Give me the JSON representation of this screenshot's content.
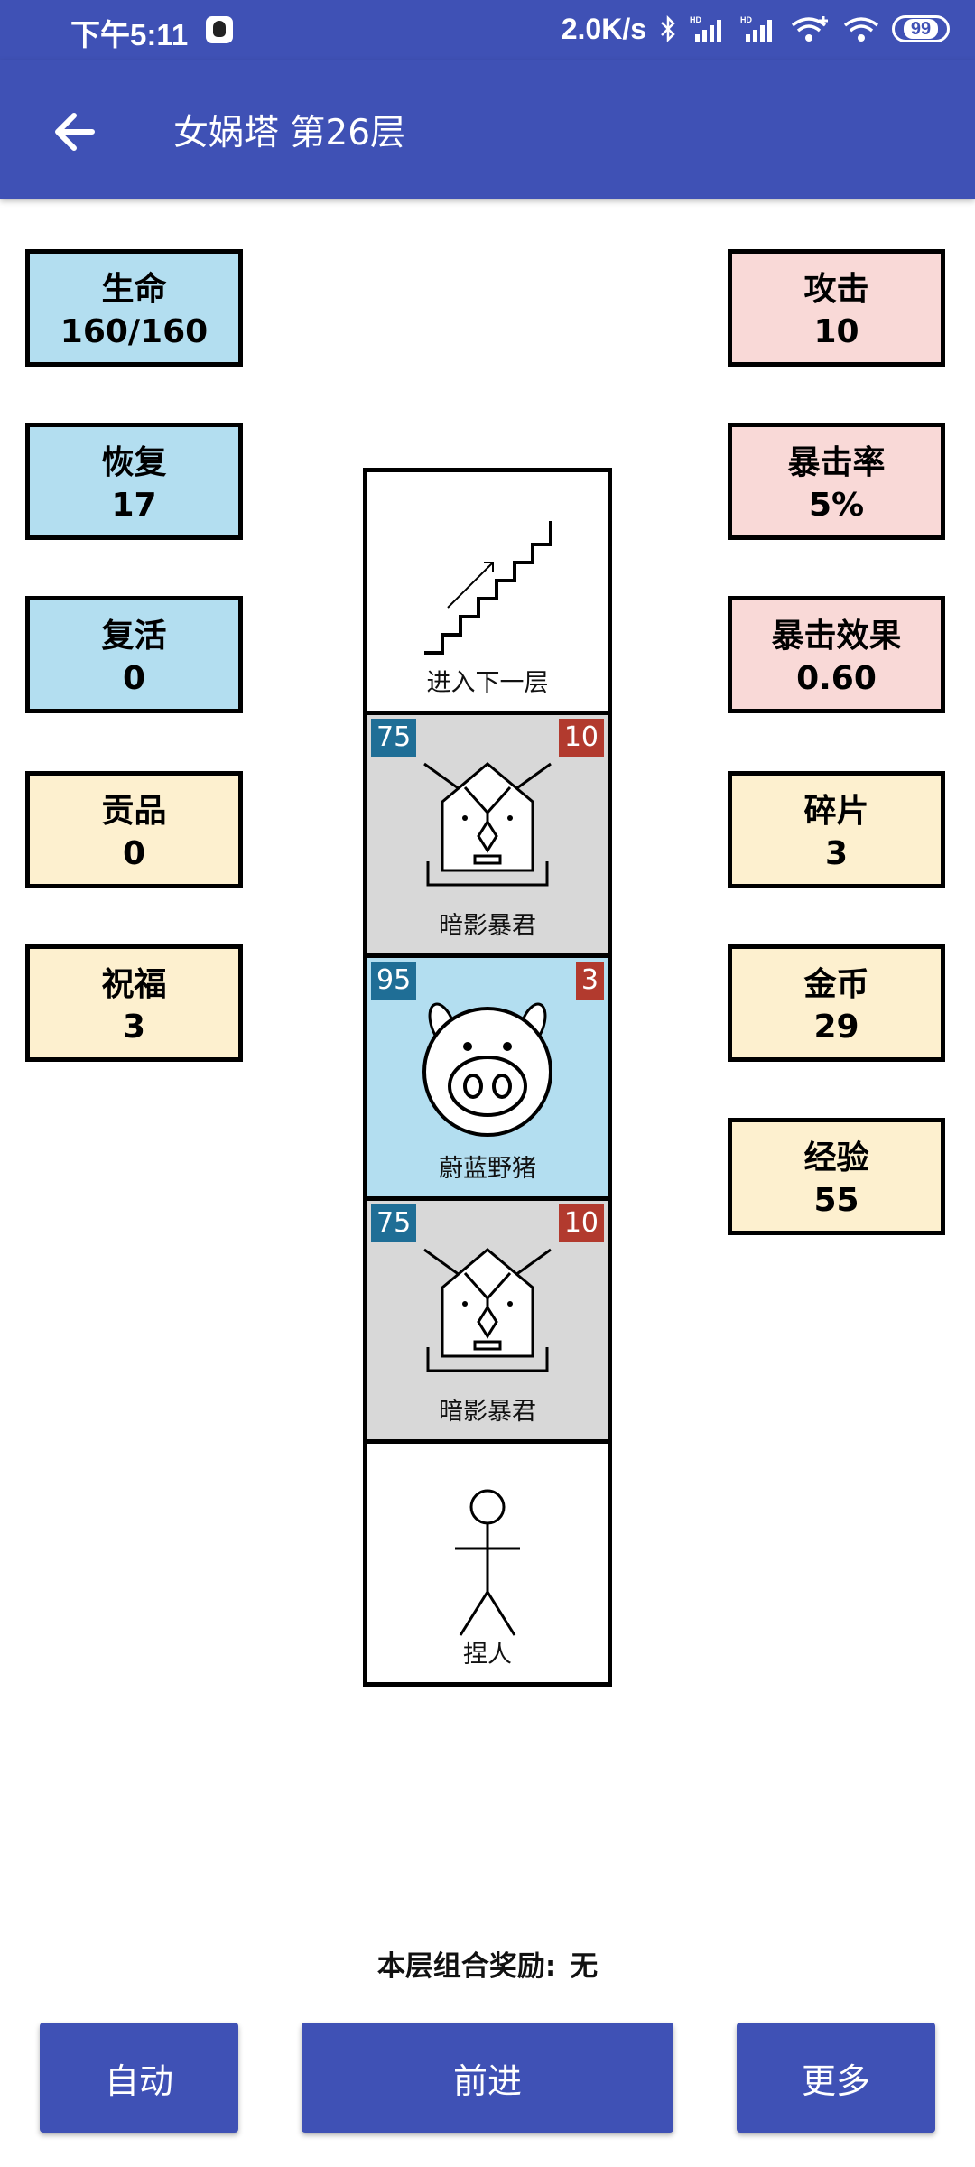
{
  "status_bar": {
    "time": "下午5:11",
    "network_speed": "2.0K/s",
    "battery": "99",
    "icons": [
      "qq-icon",
      "bluetooth-icon",
      "hd-signal-icon",
      "hd-signal-icon",
      "wifi-plus-icon",
      "wifi-icon",
      "battery-icon"
    ]
  },
  "app_bar": {
    "title": "女娲塔 第26层",
    "back_icon": "arrow-left-icon"
  },
  "stats_left": [
    {
      "label": "生命",
      "value": "160/160",
      "color": "#B3DEF0"
    },
    {
      "label": "恢复",
      "value": "17",
      "color": "#B3DEF0"
    },
    {
      "label": "复活",
      "value": "0",
      "color": "#B3DEF0"
    },
    {
      "label": "贡品",
      "value": "0",
      "color": "#FDF0CF"
    },
    {
      "label": "祝福",
      "value": "3",
      "color": "#FDF0CF"
    }
  ],
  "stats_right": [
    {
      "label": "攻击",
      "value": "10",
      "color": "#F9D9D7"
    },
    {
      "label": "暴击率",
      "value": "5%",
      "color": "#F9D9D7"
    },
    {
      "label": "暴击效果",
      "value": "0.60",
      "color": "#F9D9D7"
    },
    {
      "label": "碎片",
      "value": "3",
      "color": "#FDF0CF"
    },
    {
      "label": "金币",
      "value": "29",
      "color": "#FDF0CF"
    },
    {
      "label": "经验",
      "value": "55",
      "color": "#FDF0CF"
    }
  ],
  "tower": [
    {
      "name": "进入下一层",
      "icon": "stairs-icon"
    },
    {
      "name": "暗影暴君",
      "hp": "75",
      "atk": "10",
      "icon": "shadow-tyrant-icon"
    },
    {
      "name": "蔚蓝野猪",
      "hp": "95",
      "atk": "3",
      "icon": "boar-icon"
    },
    {
      "name": "暗影暴君",
      "hp": "75",
      "atk": "10",
      "icon": "shadow-tyrant-icon"
    },
    {
      "name": "捏人",
      "icon": "stick-figure-icon"
    }
  ],
  "bonus": {
    "label": "本层组合奖励:",
    "value": "无"
  },
  "buttons": {
    "auto": "自动",
    "forward": "前进",
    "more": "更多"
  },
  "colors": {
    "primary": "#3F51B5",
    "hp_badge": "#1F6E96",
    "atk_badge": "#B23A2E"
  }
}
